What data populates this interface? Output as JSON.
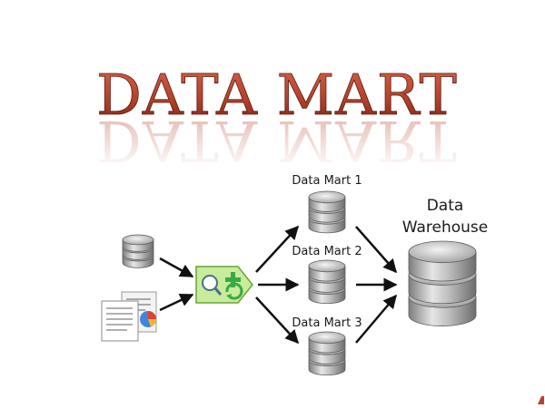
{
  "title": "DATA MART",
  "marts": [
    {
      "label": "Data Mart 1"
    },
    {
      "label": "Data Mart 2"
    },
    {
      "label": "Data Mart 3"
    }
  ],
  "warehouse": {
    "line1": "Data",
    "line2": "Warehouse"
  },
  "icons": {
    "source_db": "database-icon",
    "source_docs": "documents-report-icon",
    "etl": "search-transform-icon",
    "mart_db": "database-icon",
    "warehouse_db": "database-icon"
  },
  "colors": {
    "title": "#b5432c",
    "etl_fill": "#c8ec9a",
    "etl_stroke": "#6aa33a",
    "arrow": "#111111"
  }
}
